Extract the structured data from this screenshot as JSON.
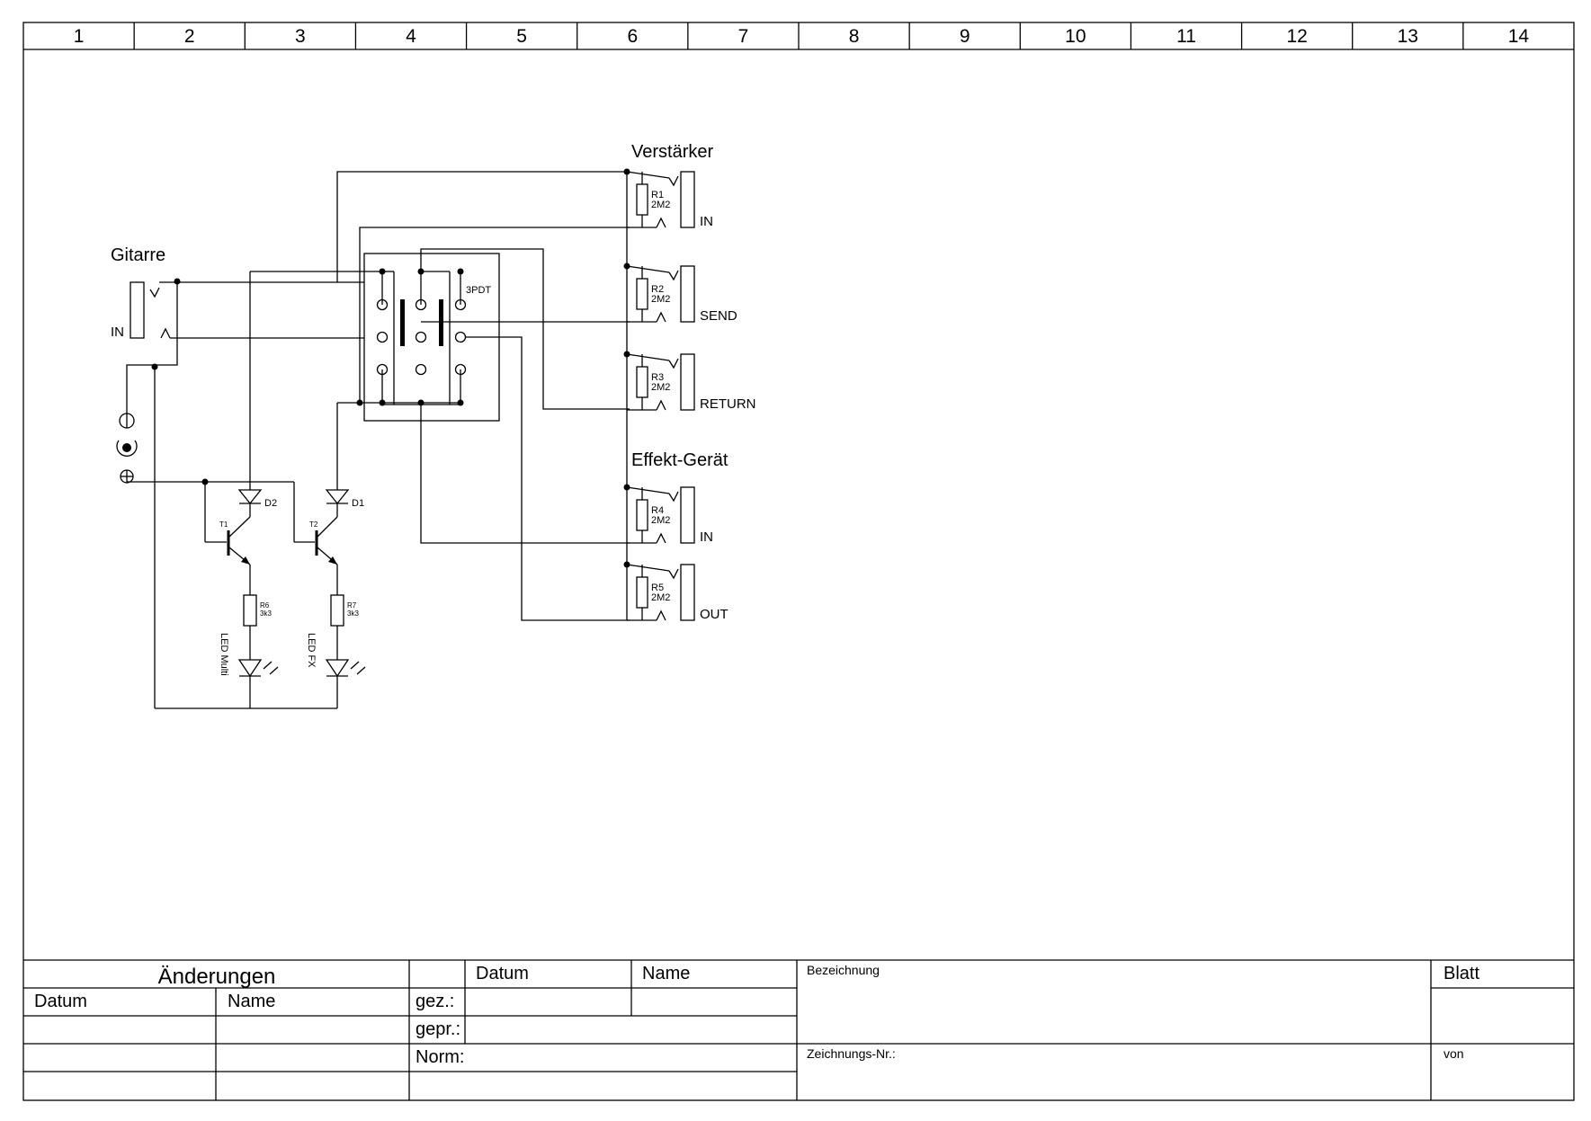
{
  "frame": {
    "column_numbers": [
      "1",
      "2",
      "3",
      "4",
      "5",
      "6",
      "7",
      "8",
      "9",
      "10",
      "11",
      "12",
      "13",
      "14"
    ]
  },
  "schematic": {
    "guitar": {
      "title": "Gitarre",
      "jack_label": "IN"
    },
    "amplifier": {
      "title": "Verstärker",
      "jacks": [
        {
          "label": "IN",
          "resistor": "R1",
          "value": "2M2"
        },
        {
          "label": "SEND",
          "resistor": "R2",
          "value": "2M2"
        },
        {
          "label": "RETURN",
          "resistor": "R3",
          "value": "2M2"
        }
      ]
    },
    "effect": {
      "title": "Effekt-Gerät",
      "jacks": [
        {
          "label": "IN",
          "resistor": "R4",
          "value": "2M2"
        },
        {
          "label": "OUT",
          "resistor": "R5",
          "value": "2M2"
        }
      ]
    },
    "switch": {
      "label": "3PDT"
    },
    "diodes": {
      "d2": "D2",
      "d1": "D1"
    },
    "transistors": {
      "t1": "T1",
      "t2": "T2"
    },
    "led_resistors": {
      "r6": {
        "name": "R6",
        "value": "3k3"
      },
      "r7": {
        "name": "R7",
        "value": "3k3"
      }
    },
    "leds": {
      "multi": "LED Multi",
      "fx": "LED FX"
    }
  },
  "title_block": {
    "changes_header": "Änderungen",
    "changes_col_date": "Datum",
    "changes_col_name": "Name",
    "col_date": "Datum",
    "col_name": "Name",
    "row_drawn": "gez.:",
    "row_checked": "gepr.:",
    "row_norm": "Norm:",
    "designation": "Bezeichnung",
    "drawing_no": "Zeichnungs-Nr.:",
    "sheet": "Blatt",
    "of": "von"
  }
}
